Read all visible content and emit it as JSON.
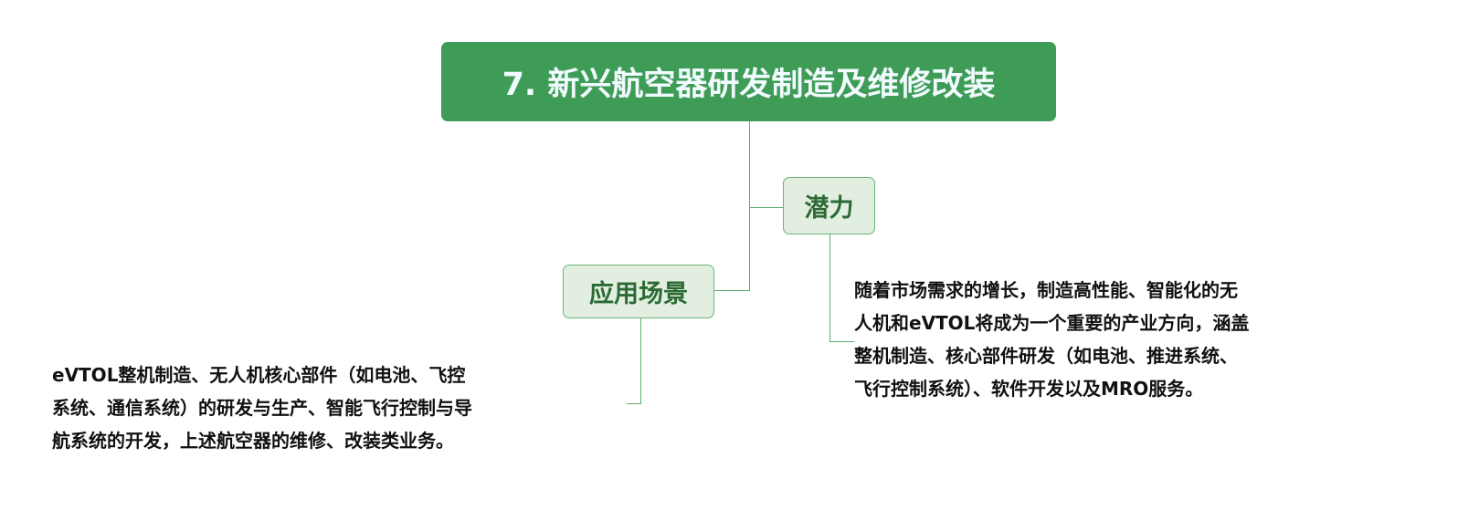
{
  "root": {
    "title": "7. 新兴航空器研发制造及维修改装"
  },
  "branches": {
    "potential": {
      "label": "潜力",
      "lines": [
        "随着市场需求的增长，制造高性能、智能化的无",
        "人机和eVTOL将成为一个重要的产业方向，涵盖",
        "整机制造、核心部件研发（如电池、推进系统、",
        "飞行控制系统）、软件开发以及MRO服务。"
      ]
    },
    "scenarios": {
      "label": "应用场景",
      "lines": [
        "eVTOL整机制造、无人机核心部件（如电池、飞控",
        "系统、通信系统）的研发与生产、智能飞行控制与导",
        "航系统的开发，上述航空器的维修、改装类业务。"
      ]
    }
  },
  "colors": {
    "root_fill": "#3f9c56",
    "node_fill": "#e2efe0",
    "node_border": "#6ab47a",
    "node_text": "#2c6a35"
  }
}
